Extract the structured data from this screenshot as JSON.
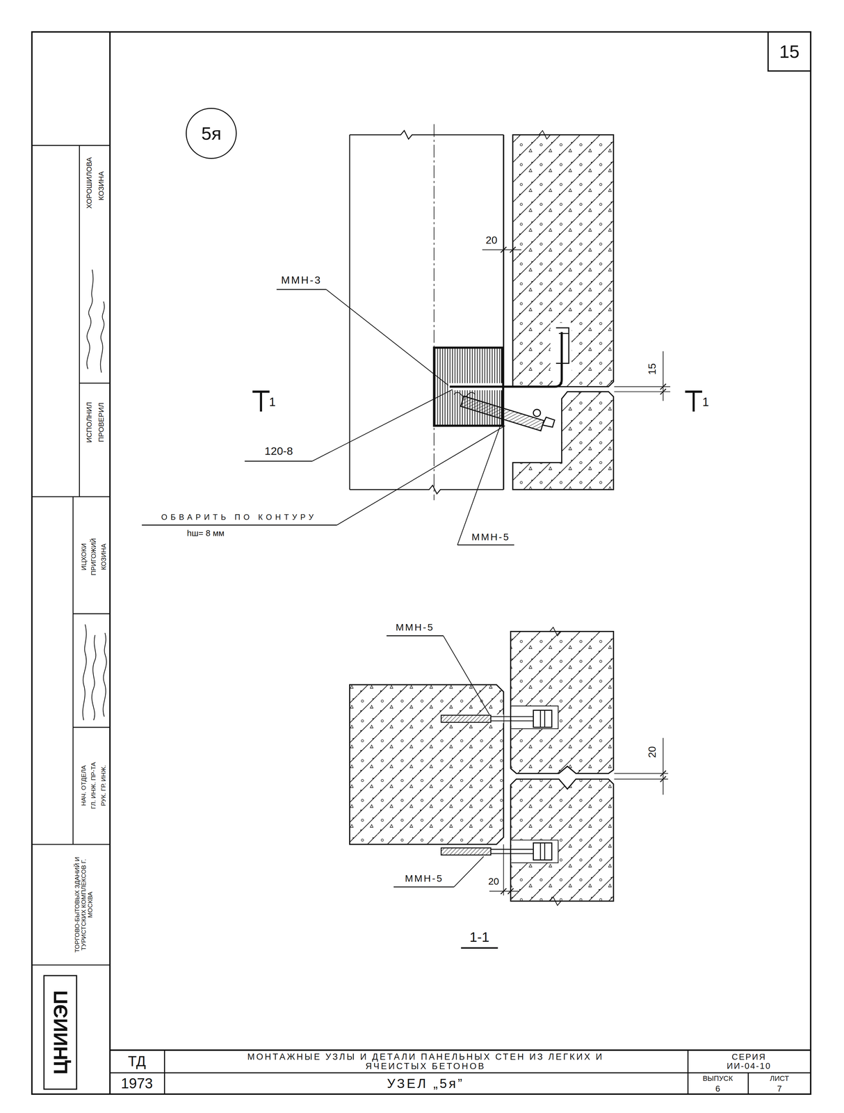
{
  "diagram": {
    "nodes": [
      {
        "text": [
          "5я"
        ]
      }
    ],
    "labels": [
      "15",
      "20",
      "ММН-3",
      "15",
      "1",
      "1",
      "120-8",
      "ОБВАРИТЬ ПО КОНТУРУ",
      "hш= 8 мм",
      "ММН-5",
      "ММН-5",
      "20",
      "ММН-5",
      "20",
      "1-1",
      "ТД",
      "1973",
      "МОНТАЖНЫЕ УЗЛЫ И ДЕТАЛИ ПАНЕЛЬНЫХ СТЕН ИЗ ЛЕГКИХ И ЯЧЕИСТЫХ БЕТОНОВ",
      "УЗЕЛ „5я”",
      "СЕРИЯ ИИ-04-10",
      "ВЫПУСК",
      "6",
      "ЛИСТ",
      "7",
      "ХОРОШИЛОВА",
      "КОЗИНА",
      "ИСПОЛНИЛ",
      "ПРОВЕРИЛ",
      "ИЦХОКИ",
      "ПРИГОЖИЙ",
      "КОЗИНА",
      "НАЧ. ОТДЕЛА",
      "ГЛ. ИНЖ. ПР-ТА",
      "РУК. ГР. ИНЖ.",
      "ТОРГОВО-БЫТОВЫХ ЗДАНИЙ И ТУРИСТСКИХ КОМПЛЕКСОВ Г. МОСКВА",
      "ЦНИИЭП"
    ]
  }
}
